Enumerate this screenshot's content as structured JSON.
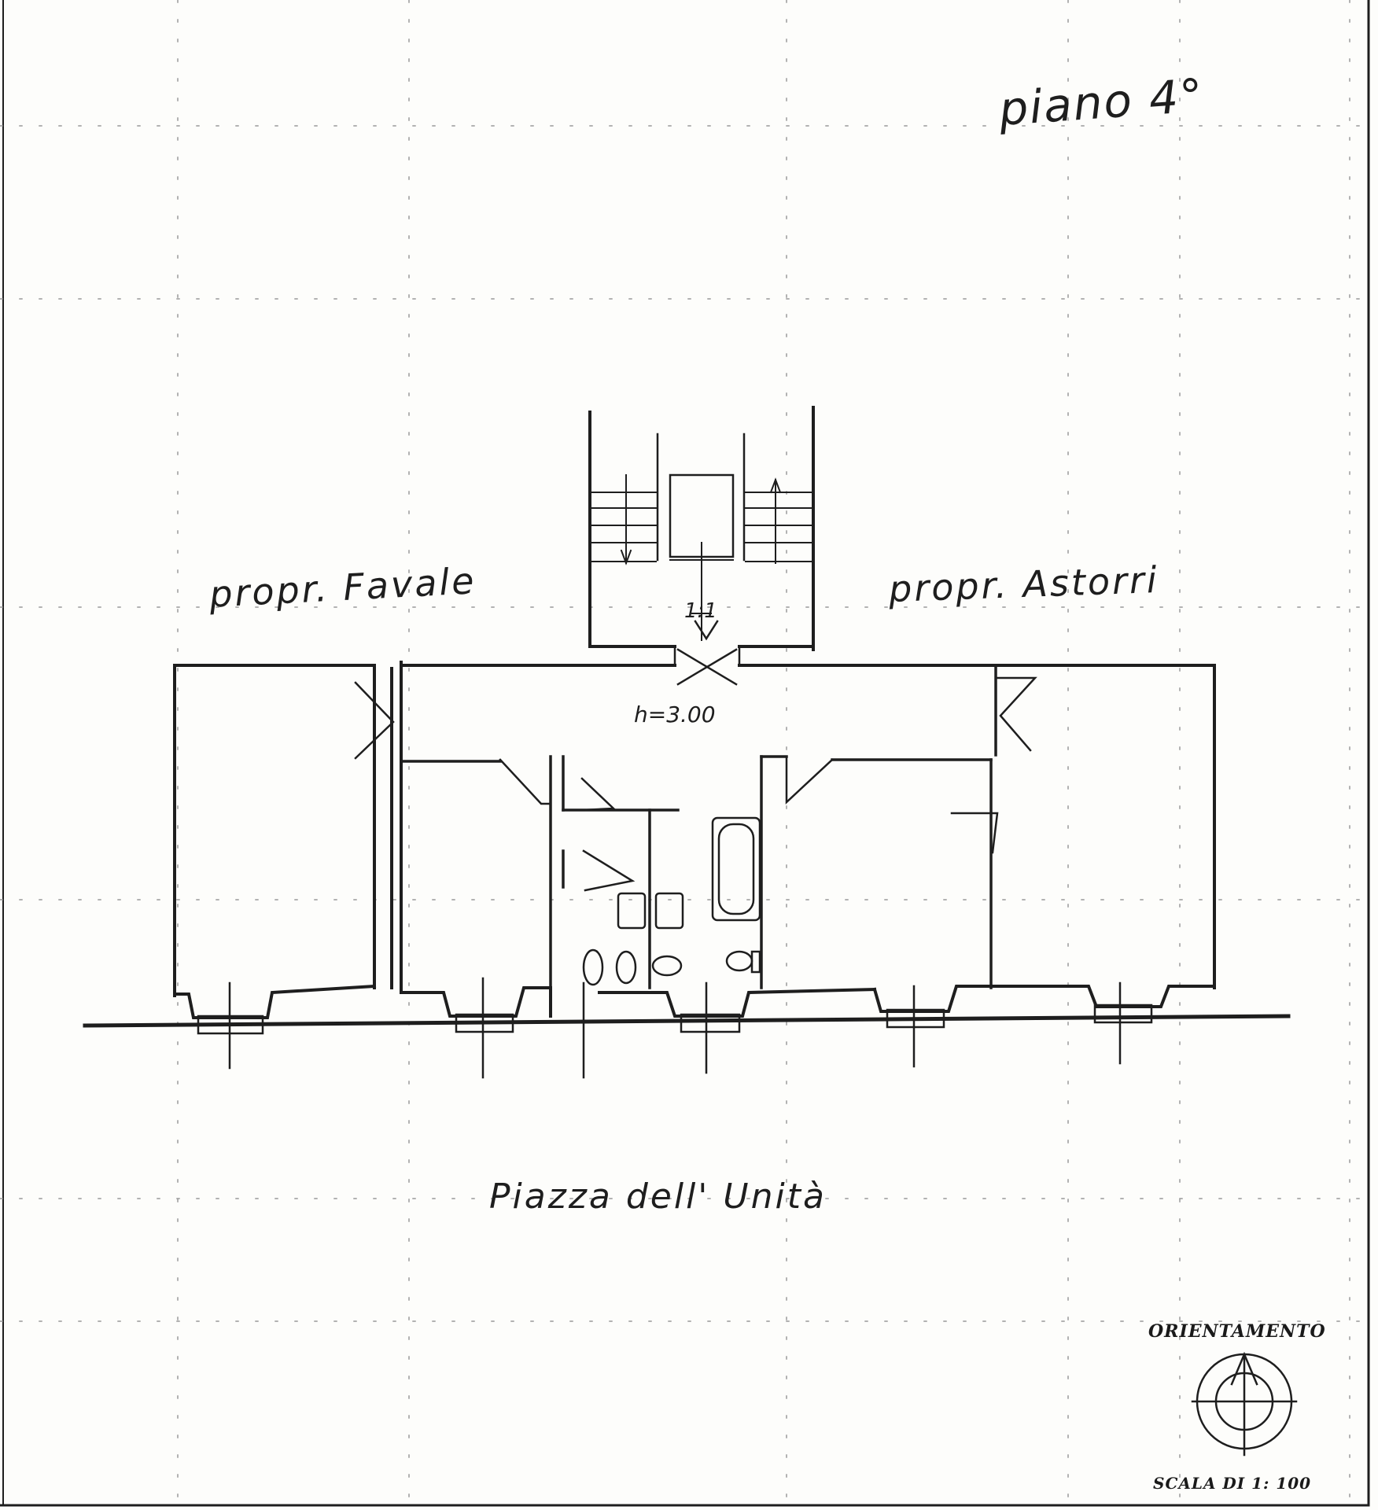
{
  "labels": {
    "floor": "piano 4°",
    "property_left": "propr. Favale",
    "property_right": "propr. Astorri",
    "ceiling_height": "h=3.00",
    "stair_marker": "1:1",
    "street": "Piazza dell' Unità",
    "orientation": "ORIENTAMENTO",
    "scale": "SCALA DI 1: 100"
  },
  "colors": {
    "ink": "#1e1e1e",
    "paper": "#fdfdfb",
    "dotted": "#9a9a9a"
  },
  "symbols": {
    "compass": "north-arrow-icon",
    "fixtures": [
      "bathtub-icon",
      "sink-icon",
      "toilet-icon",
      "bidet-icon"
    ]
  }
}
